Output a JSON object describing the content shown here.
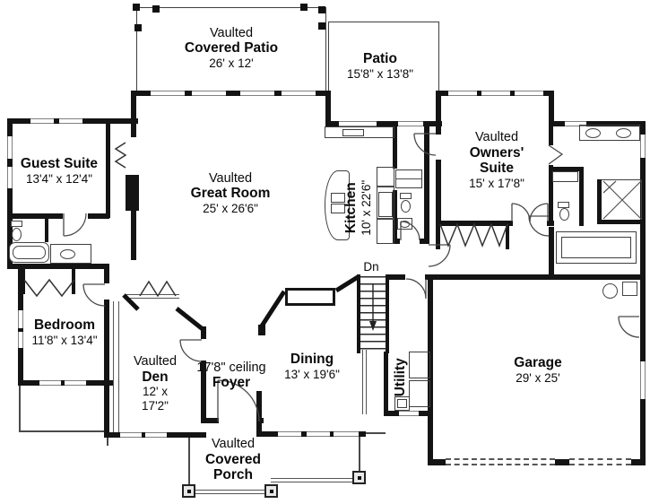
{
  "rooms": {
    "covered_patio": {
      "prefix": "Vaulted",
      "name": "Covered Patio",
      "dims": "26' x 12'"
    },
    "patio": {
      "name": "Patio",
      "dims": "15'8\" x 13'8\""
    },
    "guest_suite": {
      "name": "Guest Suite",
      "dims": "13'4\" x 12'4\""
    },
    "great_room": {
      "prefix": "Vaulted",
      "name": "Great Room",
      "dims": "25' x 26'6\""
    },
    "kitchen": {
      "name": "Kitchen",
      "dims": "10' x 22'6\""
    },
    "owners_suite": {
      "prefix": "Vaulted",
      "name_line1": "Owners'",
      "name_line2": "Suite",
      "dims": "15' x 17'8\""
    },
    "bedroom": {
      "name": "Bedroom",
      "dims": "11'8\" x 13'4\""
    },
    "den": {
      "prefix": "Vaulted",
      "name": "Den",
      "dims_line1": "12' x",
      "dims_line2": "17'2\""
    },
    "foyer": {
      "ceiling_note": "17'8\" ceiling",
      "name": "Foyer"
    },
    "dining": {
      "name": "Dining",
      "dims": "13' x 19'6\""
    },
    "utility": {
      "name": "Utility"
    },
    "stairs": {
      "label": "Dn"
    },
    "garage": {
      "name": "Garage",
      "dims": "29' x 25'"
    },
    "covered_porch": {
      "prefix": "Vaulted",
      "name_line1": "Covered",
      "name_line2": "Porch"
    }
  },
  "colors": {
    "wall": "#141414",
    "line": "#4a4a4a",
    "window_frame": "#808080",
    "paper": "#ffffff",
    "text": "#0a0a0a"
  }
}
